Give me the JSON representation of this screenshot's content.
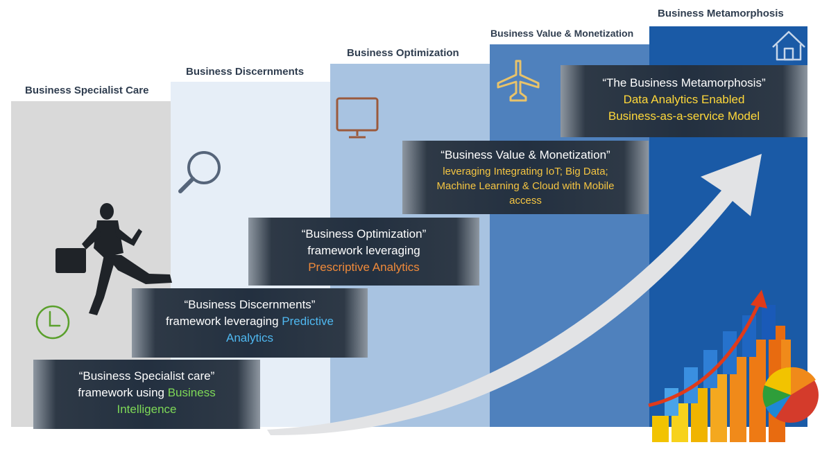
{
  "stages": [
    {
      "label": "Business Specialist Care",
      "color": "#d9d9d9"
    },
    {
      "label": "Business Discernments",
      "color": "#e6eef7"
    },
    {
      "label": "Business Optimization",
      "color": "#a8c3e1"
    },
    {
      "label": "Business Value & Monetization",
      "color": "#4f81bd"
    },
    {
      "label": "Business Metamorphosis",
      "color": "#1a5aa6"
    }
  ],
  "boxes": {
    "b1": {
      "title": "“Business Specialist care”",
      "plain": "framework using ",
      "hl1": "Business",
      "hl2": "Intelligence",
      "accent": "#7ed957"
    },
    "b2": {
      "title": "“Business Discernments”",
      "plain": "framework leveraging ",
      "hl1": "Predictive",
      "hl2": "Analytics",
      "accent": "#4fb8f0"
    },
    "b3": {
      "title": "“Business Optimization”",
      "plain": "framework leveraging",
      "hl2": "Prescriptive Analytics",
      "accent": "#f08a3a"
    },
    "b4": {
      "title": "“Business Value & Monetization”",
      "l1": "leveraging Integrating IoT;  Big Data;",
      "l2": "Machine Learning & Cloud with Mobile",
      "l3": "access",
      "accent": "#f5c542"
    },
    "b5": {
      "title": "“The Business Metamorphosis”",
      "l1": "Data Analytics Enabled",
      "l2": "Business-as-a-service Model",
      "accent": "#ffd83a"
    }
  },
  "icons": [
    "clock-icon",
    "magnifier-icon",
    "monitor-icon",
    "airplane-icon",
    "house-icon",
    "businessman-icon",
    "growth-arrow-icon",
    "bar-chart-icon",
    "pie-chart-icon"
  ]
}
